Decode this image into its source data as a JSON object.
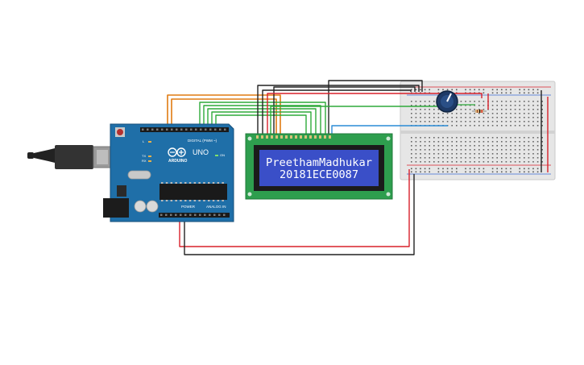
{
  "lcd": {
    "line1": "PreethamMadhukar",
    "line2": "20181ECE0087"
  },
  "arduino": {
    "brand": "ARDUINO",
    "model": "UNO",
    "digital_label": "DIGITAL (PWM ~)",
    "power_label": "POWER",
    "analog_label": "ANALOG IN",
    "tx_label": "TX",
    "rx_label": "RX",
    "l_label": "L",
    "on_label": "ON"
  },
  "colors": {
    "board": "#1f6fa8",
    "board_dark": "#174f7a",
    "lcd_pcb": "#2e9e4e",
    "lcd_screen": "#3a4fc8",
    "lcd_bezel": "#1b1b1b",
    "breadboard": "#e4e4e4",
    "wire_orange": "#e07b12",
    "wire_green": "#2eaa3a",
    "wire_black": "#222222",
    "wire_red": "#d8202a",
    "wire_blue": "#2a8bd6",
    "pot": "#1e3a66"
  },
  "icons": {
    "usb": "usb-cable-icon",
    "pot": "potentiometer-knob-icon",
    "resistor": "resistor-icon",
    "chip": "microcontroller-chip-icon",
    "reset": "reset-button-icon"
  }
}
